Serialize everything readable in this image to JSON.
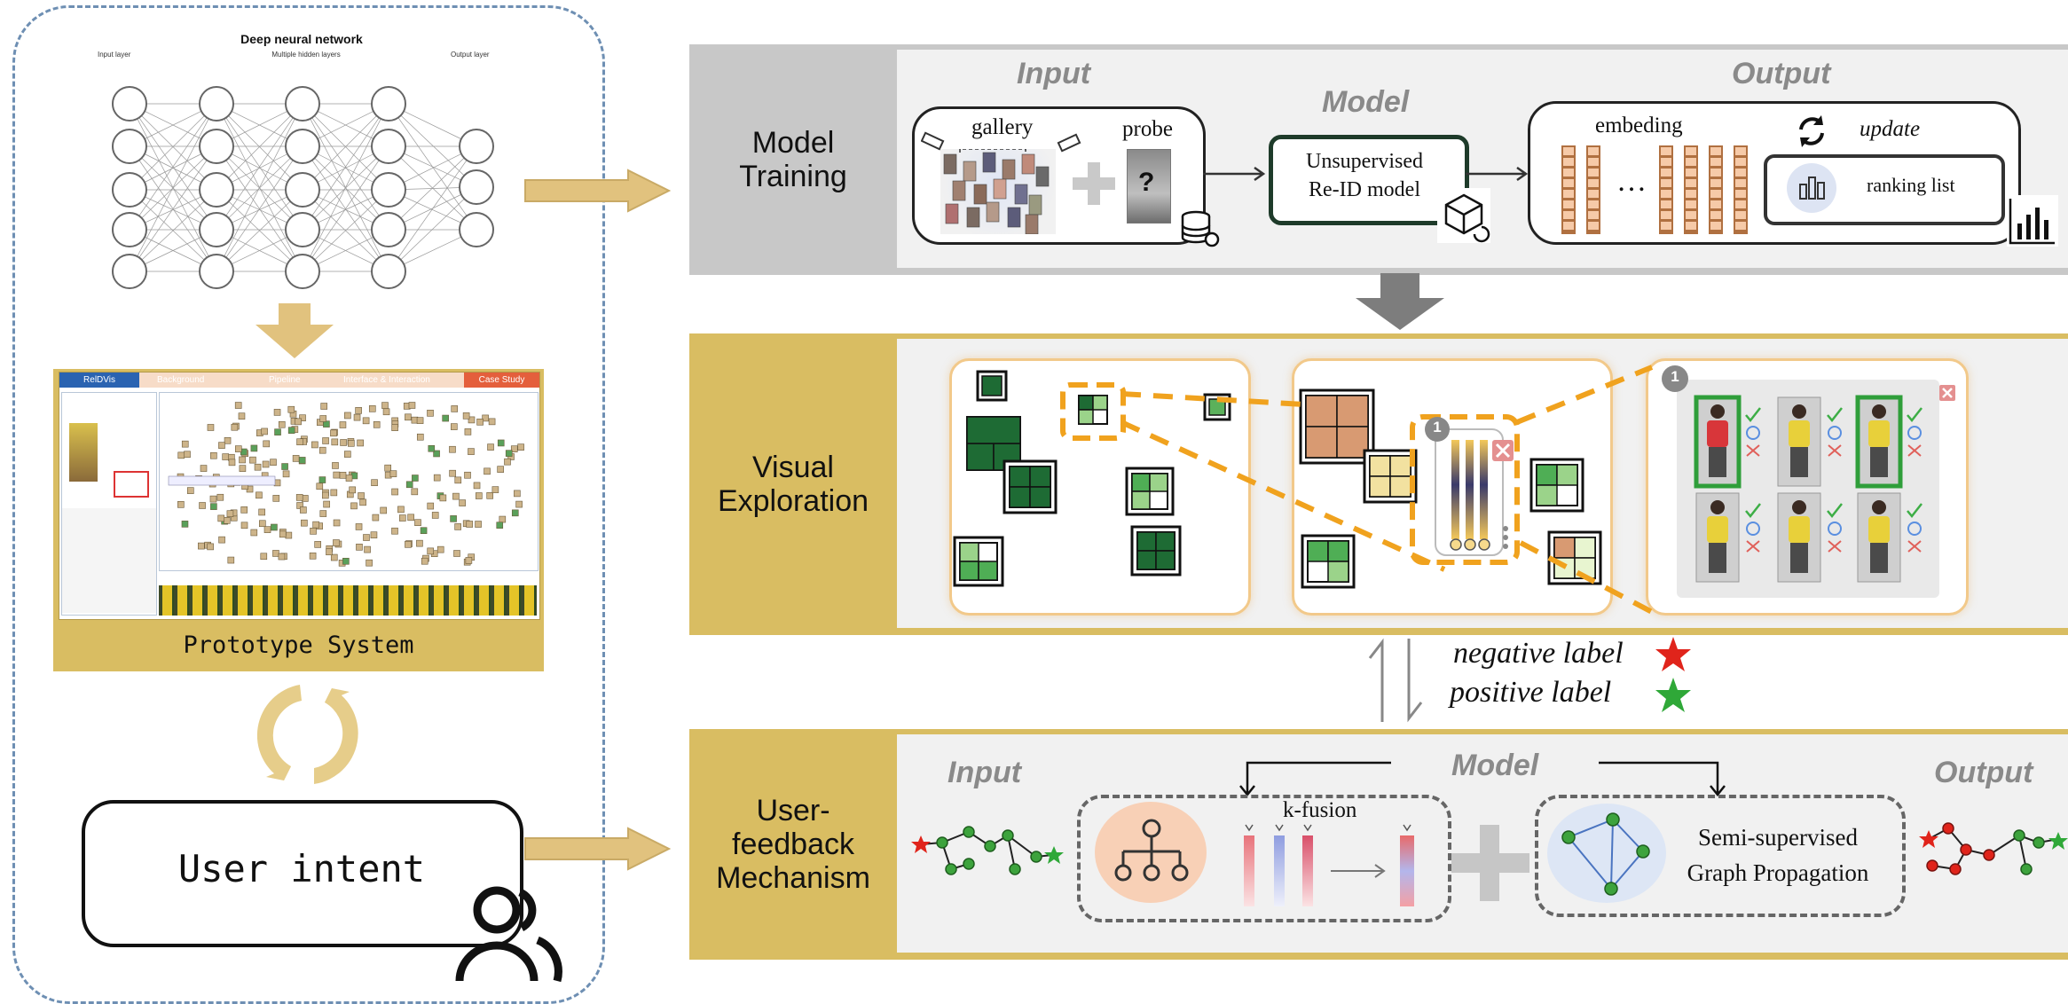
{
  "left_panel": {
    "dnn": {
      "title": "Deep neural network",
      "input_layer": "Input layer",
      "hidden_layers": "Multiple hidden layers",
      "output_layer": "Output layer"
    },
    "prototype": {
      "tabs": [
        "RelDVis",
        "Background",
        "Pipeline",
        "Interface & Interaction",
        "Case Study"
      ],
      "caption": "Prototype System"
    },
    "user_intent": "User intent"
  },
  "rows": {
    "training": {
      "label": "Model\nTraining",
      "input_title": "Input",
      "model_title": "Model",
      "output_title": "Output",
      "gallery": "gallery",
      "probe": "probe",
      "model_box": "Unsupervised\nRe-ID model",
      "embedding": "embeding",
      "ellipsis": "…",
      "update": "update",
      "ranking": "ranking list"
    },
    "exploration": {
      "label": "Visual\nExploration",
      "badge": "1"
    },
    "labels": {
      "negative": "negative label",
      "positive": "positive label"
    },
    "feedback": {
      "label": "User-\nfeedback\nMechanism",
      "input_title": "Input",
      "model_title": "Model",
      "output_title": "Output",
      "kfusion": "k-fusion",
      "graph": "Semi-supervised\nGraph Propagation"
    }
  },
  "colors": {
    "band_gray": "#c8c8c8",
    "band_gold": "#d9bd62",
    "panel_bg": "#f1f1f1",
    "arrow": "#e1c27e",
    "orange": "#f0a21e",
    "green_dark": "#1e6b34",
    "star_red": "#e0241b",
    "star_green": "#2fa838"
  }
}
